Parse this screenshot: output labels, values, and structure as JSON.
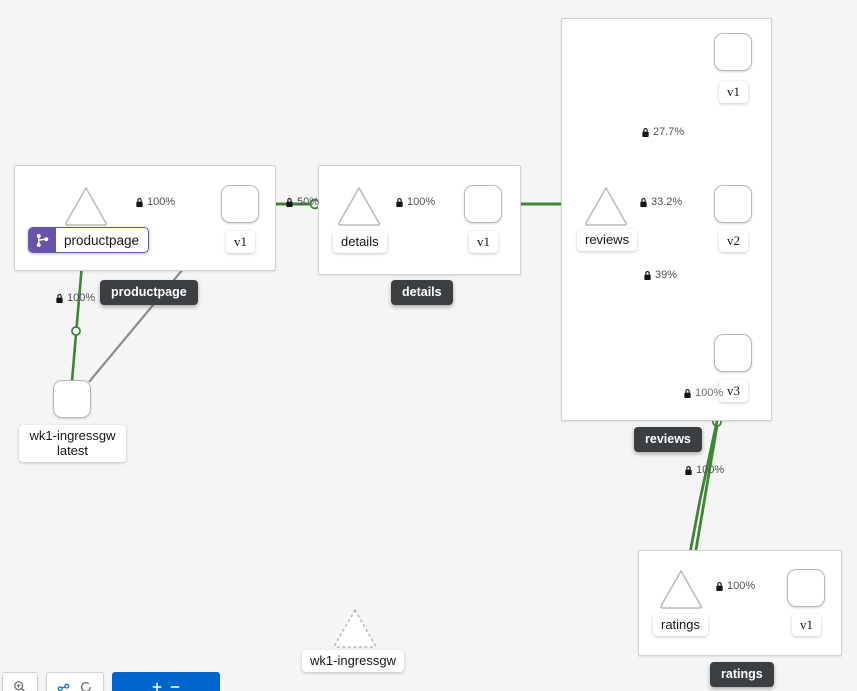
{
  "app": {
    "view": "service-mesh-traffic-graph",
    "canvas_background": "#f5f5f5",
    "edge_color_healthy": "#3e8635",
    "edge_color_idle": "#8a8d90",
    "badge_color": "#6753ac",
    "tooltip_color": "#3c3f42"
  },
  "clusters": [
    {
      "id": "productpage",
      "label": "productpage"
    },
    {
      "id": "details",
      "label": "details"
    },
    {
      "id": "reviews",
      "label": "reviews"
    },
    {
      "id": "ratings",
      "label": "ratings"
    }
  ],
  "nodes": [
    {
      "id": "ingressgw-box",
      "shape": "box",
      "label": "wk1-ingressgw\nlatest",
      "line1": "wk1-ingressgw",
      "line2": "latest"
    },
    {
      "id": "productpage-svc",
      "shape": "triangle",
      "label": "productpage",
      "badge": "virtual-service"
    },
    {
      "id": "productpage-v1",
      "shape": "box",
      "label": "v1"
    },
    {
      "id": "details-svc",
      "shape": "triangle",
      "label": "details"
    },
    {
      "id": "details-v1",
      "shape": "box",
      "label": "v1"
    },
    {
      "id": "reviews-svc",
      "shape": "triangle",
      "label": "reviews"
    },
    {
      "id": "reviews-v1",
      "shape": "box",
      "label": "v1"
    },
    {
      "id": "reviews-v2",
      "shape": "box",
      "label": "v2"
    },
    {
      "id": "reviews-v3",
      "shape": "box",
      "label": "v3"
    },
    {
      "id": "ratings-svc",
      "shape": "triangle",
      "label": "ratings"
    },
    {
      "id": "ratings-v1",
      "shape": "box",
      "label": "v1"
    },
    {
      "id": "ingressgw-idle",
      "shape": "triangle-dashed",
      "label": "wk1-ingressgw"
    }
  ],
  "edges": [
    {
      "id": "e1",
      "from": "ingressgw-box",
      "to": "productpage-svc",
      "label": "100%",
      "mtls": true,
      "status": "healthy"
    },
    {
      "id": "e2",
      "from": "ingressgw-box",
      "to": "productpage-v1",
      "label": "",
      "mtls": false,
      "status": "idle"
    },
    {
      "id": "e3",
      "from": "productpage-svc",
      "to": "productpage-v1",
      "label": "100%",
      "mtls": true,
      "status": "healthy"
    },
    {
      "id": "e4",
      "from": "productpage-v1",
      "to": "details-svc",
      "label": "50%",
      "mtls": true,
      "status": "healthy"
    },
    {
      "id": "e5",
      "from": "details-svc",
      "to": "details-v1",
      "label": "100%",
      "mtls": true,
      "status": "healthy"
    },
    {
      "id": "e6",
      "from": "details-v1",
      "to": "reviews-svc",
      "label": "",
      "mtls": false,
      "status": "healthy"
    },
    {
      "id": "e7",
      "from": "reviews-svc",
      "to": "reviews-v1",
      "label": "27.7%",
      "mtls": true,
      "status": "healthy"
    },
    {
      "id": "e8",
      "from": "reviews-svc",
      "to": "reviews-v2",
      "label": "33.2%",
      "mtls": true,
      "status": "healthy"
    },
    {
      "id": "e9",
      "from": "reviews-svc",
      "to": "reviews-v3",
      "label": "39%",
      "mtls": true,
      "status": "healthy"
    },
    {
      "id": "e10",
      "from": "reviews-v3",
      "to": "ratings-svc",
      "label": "100%",
      "mtls": true,
      "status": "healthy"
    },
    {
      "id": "e11",
      "from": "reviews-v2",
      "to": "ratings-svc",
      "label": "100%",
      "mtls": true,
      "status": "healthy"
    },
    {
      "id": "e12",
      "from": "ratings-svc",
      "to": "ratings-v1",
      "label": "100%",
      "mtls": true,
      "status": "healthy"
    }
  ],
  "edge_labels": {
    "pp_to_v1": "100%",
    "ingress_to_pp": "100%",
    "ppv1_to_details": "50%",
    "details_to_v1": "100%",
    "reviews_to_v1": "27.7%",
    "reviews_to_v2": "33.2%",
    "reviews_to_v3": "39%",
    "v3_to_ratings": "100%",
    "v2_to_ratings": "100%",
    "ratings_to_v1": "100%"
  },
  "node_labels": {
    "ingressgw_line1": "wk1-ingressgw",
    "ingressgw_line2": "latest",
    "productpage_svc": "productpage",
    "productpage_v1": "v1",
    "details_svc": "details",
    "details_v1": "v1",
    "reviews_svc": "reviews",
    "reviews_v1": "v1",
    "reviews_v2": "v2",
    "reviews_v3": "v3",
    "ratings_svc": "ratings",
    "ratings_v1": "v1",
    "ingressgw_idle": "wk1-ingressgw"
  },
  "cluster_pills": {
    "productpage": "productpage",
    "details": "details",
    "reviews": "reviews",
    "ratings": "ratings"
  }
}
